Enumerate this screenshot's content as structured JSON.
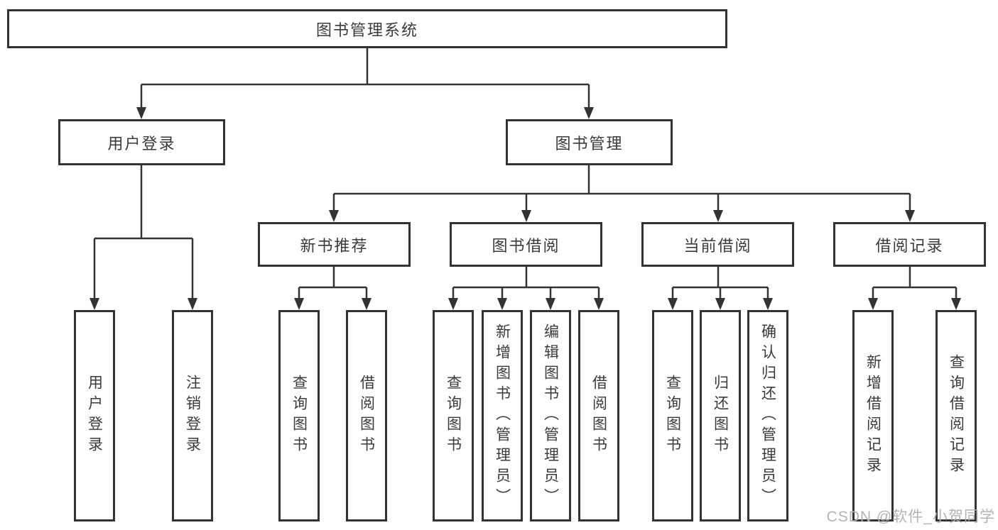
{
  "tree": {
    "label": "图书管理系统",
    "children": [
      {
        "label": "用户登录",
        "children": [
          {
            "label": "用户登录"
          },
          {
            "label": "注销登录"
          }
        ]
      },
      {
        "label": "图书管理",
        "children": [
          {
            "label": "新书推荐",
            "children": [
              {
                "label": "查询图书"
              },
              {
                "label": "借阅图书"
              }
            ]
          },
          {
            "label": "图书借阅",
            "children": [
              {
                "label": "查询图书"
              },
              {
                "label": "新增图书（管理员）"
              },
              {
                "label": "编辑图书（管理员）"
              },
              {
                "label": "借阅图书"
              }
            ]
          },
          {
            "label": "当前借阅",
            "children": [
              {
                "label": "查询图书"
              },
              {
                "label": "归还图书"
              },
              {
                "label": "确认归还（管理员）"
              }
            ]
          },
          {
            "label": "借阅记录",
            "children": [
              {
                "label": "新增借阅记录"
              },
              {
                "label": "查询借阅记录"
              }
            ]
          }
        ]
      }
    ]
  },
  "watermark": "CSDN @软件_小贺同学",
  "colors": {
    "line": "#333333",
    "text": "#3a3a3a",
    "watermark": "#b3b3b3",
    "background": "#ffffff"
  }
}
